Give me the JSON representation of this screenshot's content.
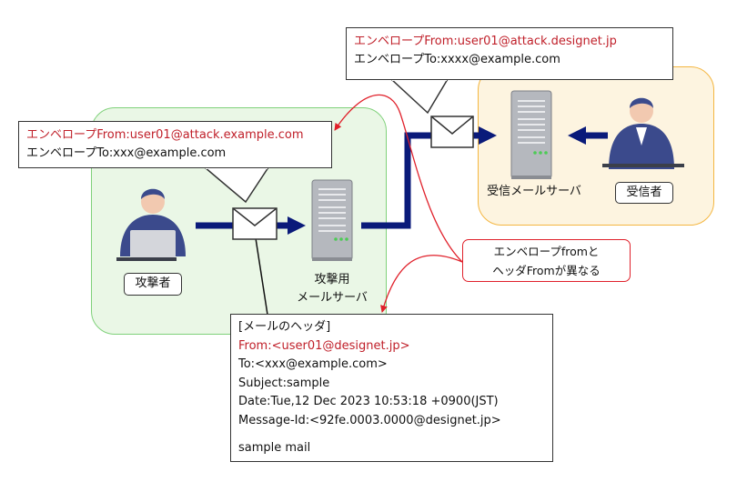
{
  "callout_top": {
    "from": "エンベロープFrom:user01@attack.designet.jp",
    "to": "エンベロープTo:xxxx@example.com"
  },
  "callout_left": {
    "from": "エンベロープFrom:user01@attack.example.com",
    "to": "エンベロープTo:xxx@example.com"
  },
  "attacker_label": "攻撃者",
  "attack_server_label": [
    "攻撃用",
    "メールサーバ"
  ],
  "receive_server_label": "受信メールサーバ",
  "receiver_label": "受信者",
  "note": [
    "エンベロープfromと",
    "ヘッダFromが異なる"
  ],
  "mail_header": {
    "title": "[メールのヘッダ]",
    "from": "From:<user01@designet.jp>",
    "to": "To:<xxx@example.com>",
    "subject": "Subject:sample",
    "date": "Date:Tue,12 Dec 2023 10:53:18 +0900(JST)",
    "message_id": "Message-Id:<92fe.0003.0000@designet.jp>",
    "body": "sample mail"
  },
  "colors": {
    "arrow": "#0a1a7a",
    "red_text": "#c0202a",
    "note_border": "#e0202a",
    "attacker_region": "#eaf7e6",
    "receiver_region": "#fdf4e0",
    "person": "#3b4a8c"
  },
  "icons": [
    "person-attacker-icon",
    "person-receiver-icon",
    "laptop-icon",
    "server-icon",
    "envelope-icon"
  ]
}
